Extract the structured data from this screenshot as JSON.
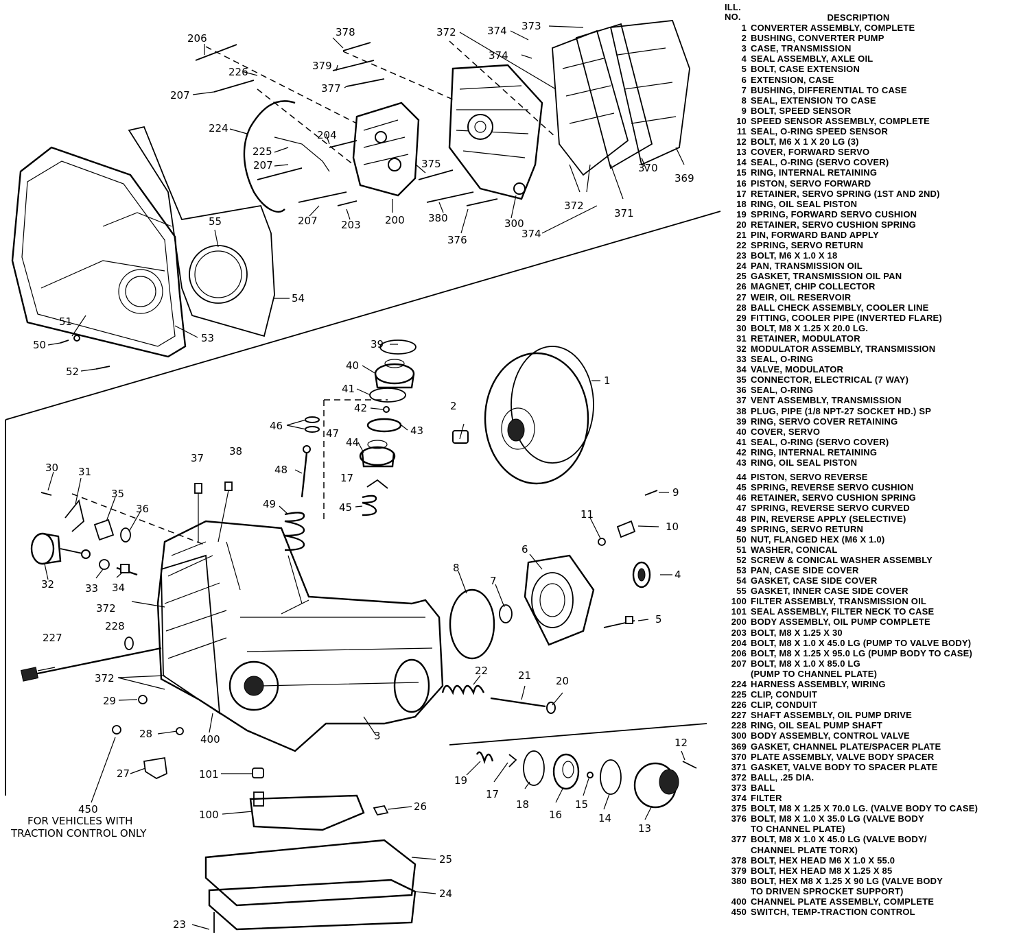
{
  "legend": {
    "header_ill": "ILL.",
    "header_no": "NO.",
    "header_desc": "DESCRIPTION",
    "rows": [
      {
        "no": "1",
        "desc": "CONVERTER ASSEMBLY, COMPLETE"
      },
      {
        "no": "2",
        "desc": "BUSHING, CONVERTER PUMP"
      },
      {
        "no": "3",
        "desc": "CASE, TRANSMISSION"
      },
      {
        "no": "4",
        "desc": "SEAL ASSEMBLY, AXLE OIL"
      },
      {
        "no": "5",
        "desc": "BOLT, CASE EXTENSION"
      },
      {
        "no": "6",
        "desc": "EXTENSION, CASE"
      },
      {
        "no": "7",
        "desc": "BUSHING, DIFFERENTIAL TO CASE"
      },
      {
        "no": "8",
        "desc": "SEAL, EXTENSION TO CASE"
      },
      {
        "no": "9",
        "desc": "BOLT, SPEED SENSOR"
      },
      {
        "no": "10",
        "desc": "SPEED SENSOR ASSEMBLY, COMPLETE"
      },
      {
        "no": "11",
        "desc": "SEAL, O-RING SPEED SENSOR"
      },
      {
        "no": "12",
        "desc": "BOLT, M6 X 1 X 20 LG (3)"
      },
      {
        "no": "13",
        "desc": "COVER, FORWARD SERVO"
      },
      {
        "no": "14",
        "desc": "SEAL, O-RING (SERVO COVER)"
      },
      {
        "no": "15",
        "desc": "RING, INTERNAL RETAINING"
      },
      {
        "no": "16",
        "desc": "PISTON, SERVO FORWARD"
      },
      {
        "no": "17",
        "desc": "RETAINER, SERVO SPRING (1ST AND 2ND)"
      },
      {
        "no": "18",
        "desc": "RING, OIL SEAL PISTON"
      },
      {
        "no": "19",
        "desc": "SPRING, FORWARD SERVO CUSHION"
      },
      {
        "no": "20",
        "desc": "RETAINER, SERVO CUSHION SPRING"
      },
      {
        "no": "21",
        "desc": "PIN, FORWARD BAND APPLY"
      },
      {
        "no": "22",
        "desc": "SPRING, SERVO RETURN"
      },
      {
        "no": "23",
        "desc": "BOLT, M6 X 1.0 X 18"
      },
      {
        "no": "24",
        "desc": "PAN, TRANSMISSION OIL"
      },
      {
        "no": "25",
        "desc": "GASKET, TRANSMISSION OIL PAN"
      },
      {
        "no": "26",
        "desc": "MAGNET, CHIP COLLECTOR"
      },
      {
        "no": "27",
        "desc": "WEIR, OIL RESERVOIR"
      },
      {
        "no": "28",
        "desc": "BALL CHECK ASSEMBLY, COOLER LINE"
      },
      {
        "no": "29",
        "desc": "FITTING, COOLER PIPE (INVERTED FLARE)"
      },
      {
        "no": "30",
        "desc": "BOLT, M8 X 1.25 X 20.0 LG."
      },
      {
        "no": "31",
        "desc": "RETAINER, MODULATOR"
      },
      {
        "no": "32",
        "desc": "MODULATOR ASSEMBLY, TRANSMISSION"
      },
      {
        "no": "33",
        "desc": "SEAL, O-RING"
      },
      {
        "no": "34",
        "desc": "VALVE, MODULATOR"
      },
      {
        "no": "35",
        "desc": "CONNECTOR, ELECTRICAL (7 WAY)"
      },
      {
        "no": "36",
        "desc": "SEAL, O-RING"
      },
      {
        "no": "37",
        "desc": "VENT ASSEMBLY, TRANSMISSION"
      },
      {
        "no": "38",
        "desc": "PLUG, PIPE (1/8 NPT-27 SOCKET HD.) SP"
      },
      {
        "no": "39",
        "desc": "RING, SERVO COVER RETAINING"
      },
      {
        "no": "40",
        "desc": "COVER, SERVO"
      },
      {
        "no": "41",
        "desc": "SEAL, O-RING (SERVO COVER)"
      },
      {
        "no": "42",
        "desc": "RING, INTERNAL RETAINING"
      },
      {
        "no": "43",
        "desc": "RING, OIL SEAL PISTON"
      },
      {
        "no": "44",
        "desc": "PISTON, SERVO REVERSE",
        "gap": true
      },
      {
        "no": "45",
        "desc": "SPRING, REVERSE SERVO CUSHION"
      },
      {
        "no": "46",
        "desc": "RETAINER, SERVO CUSHION SPRING"
      },
      {
        "no": "47",
        "desc": "SPRING, REVERSE SERVO CURVED"
      },
      {
        "no": "48",
        "desc": "PIN, REVERSE APPLY (SELECTIVE)"
      },
      {
        "no": "49",
        "desc": "SPRING, SERVO RETURN"
      },
      {
        "no": "50",
        "desc": "NUT, FLANGED HEX (M6 X 1.0)"
      },
      {
        "no": "51",
        "desc": "WASHER, CONICAL"
      },
      {
        "no": "52",
        "desc": "SCREW & CONICAL WASHER ASSEMBLY"
      },
      {
        "no": "53",
        "desc": "PAN, CASE SIDE COVER"
      },
      {
        "no": "54",
        "desc": "GASKET, CASE SIDE COVER"
      },
      {
        "no": "55",
        "desc": "GASKET, INNER CASE SIDE COVER"
      },
      {
        "no": "100",
        "desc": "FILTER ASSEMBLY, TRANSMISSION OIL"
      },
      {
        "no": "101",
        "desc": "SEAL ASSEMBLY, FILTER NECK TO CASE"
      },
      {
        "no": "200",
        "desc": "BODY ASSEMBLY, OIL PUMP COMPLETE"
      },
      {
        "no": "203",
        "desc": "BOLT, M8 X 1.25 X 30"
      },
      {
        "no": "204",
        "desc": "BOLT, M8 X 1.0 X 45.0 LG (PUMP TO VALVE BODY)"
      },
      {
        "no": "206",
        "desc": "BOLT, M8 X 1.25 X 95.0 LG (PUMP BODY TO CASE)"
      },
      {
        "no": "207",
        "desc": "BOLT, M8 X 1.0 X 85.0 LG"
      },
      {
        "no": "",
        "desc": "(PUMP TO CHANNEL PLATE)"
      },
      {
        "no": "224",
        "desc": "HARNESS ASSEMBLY, WIRING"
      },
      {
        "no": "225",
        "desc": "CLIP, CONDUIT"
      },
      {
        "no": "226",
        "desc": "CLIP, CONDUIT"
      },
      {
        "no": "227",
        "desc": "SHAFT ASSEMBLY, OIL PUMP DRIVE"
      },
      {
        "no": "228",
        "desc": "RING, OIL SEAL PUMP SHAFT"
      },
      {
        "no": "300",
        "desc": "BODY ASSEMBLY, CONTROL VALVE"
      },
      {
        "no": "369",
        "desc": "GASKET, CHANNEL PLATE/SPACER PLATE"
      },
      {
        "no": "370",
        "desc": "PLATE ASSEMBLY, VALVE BODY SPACER"
      },
      {
        "no": "371",
        "desc": "GASKET, VALVE BODY TO SPACER PLATE"
      },
      {
        "no": "372",
        "desc": "BALL, .25 DIA."
      },
      {
        "no": "373",
        "desc": "BALL"
      },
      {
        "no": "374",
        "desc": "FILTER"
      },
      {
        "no": "375",
        "desc": "BOLT, M8 X 1.25 X 70.0 LG. (VALVE BODY TO CASE)"
      },
      {
        "no": "376",
        "desc": "BOLT, M8 X 1.0 X 35.0 LG (VALVE BODY"
      },
      {
        "no": "",
        "desc": "TO CHANNEL PLATE)"
      },
      {
        "no": "377",
        "desc": "BOLT, M8 X 1.0 X 45.0 LG (VALVE BODY/"
      },
      {
        "no": "",
        "desc": "CHANNEL PLATE TORX)"
      },
      {
        "no": "378",
        "desc": "BOLT, HEX HEAD M6 X 1.0 X 55.0"
      },
      {
        "no": "379",
        "desc": "BOLT, HEX HEAD M8 X 1.25 X 85"
      },
      {
        "no": "380",
        "desc": "BOLT, HEX M8 X 1.25 X 90 LG (VALVE BODY"
      },
      {
        "no": "",
        "desc": "TO DRIVEN SPROCKET SUPPORT)"
      },
      {
        "no": "400",
        "desc": "CHANNEL PLATE ASSEMBLY, COMPLETE"
      },
      {
        "no": "450",
        "desc": "SWITCH, TEMP-TRACTION CONTROL"
      }
    ]
  },
  "callouts": {
    "c1": "1",
    "c2": "2",
    "c3": "3",
    "c4": "4",
    "c5": "5",
    "c6": "6",
    "c7": "7",
    "c8": "8",
    "c9": "9",
    "c10": "10",
    "c11": "11",
    "c12": "12",
    "c13": "13",
    "c14": "14",
    "c15": "15",
    "c16": "16",
    "c17a": "17",
    "c17b": "17",
    "c18": "18",
    "c19": "19",
    "c20": "20",
    "c21": "21",
    "c22": "22",
    "c23": "23",
    "c24": "24",
    "c25": "25",
    "c26": "26",
    "c27": "27",
    "c28": "28",
    "c29": "29",
    "c30": "30",
    "c31": "31",
    "c32": "32",
    "c33": "33",
    "c34": "34",
    "c35": "35",
    "c36": "36",
    "c37": "37",
    "c38": "38",
    "c39": "39",
    "c40": "40",
    "c41": "41",
    "c42": "42",
    "c43": "43",
    "c44": "44",
    "c45": "45",
    "c46": "46",
    "c47": "47",
    "c48": "48",
    "c49": "49",
    "c50": "50",
    "c51": "51",
    "c52": "52",
    "c53": "53",
    "c54": "54",
    "c55": "55",
    "c100": "100",
    "c101": "101",
    "c200": "200",
    "c203": "203",
    "c204": "204",
    "c206": "206",
    "c207a": "207",
    "c207b": "207",
    "c207c": "207",
    "c224": "224",
    "c225": "225",
    "c226": "226",
    "c227": "227",
    "c228": "228",
    "c300": "300",
    "c369": "369",
    "c370": "370",
    "c371": "371",
    "c372a": "372",
    "c372b": "372",
    "c372c": "372",
    "c372d": "372",
    "c373": "373",
    "c374a": "374",
    "c374b": "374",
    "c374c": "374",
    "c375": "375",
    "c376": "376",
    "c377": "377",
    "c378": "378",
    "c379": "379",
    "c380": "380",
    "c400": "400",
    "c450": "450"
  },
  "note": {
    "line1": "FOR VEHICLES WITH",
    "line2": "TRACTION CONTROL ONLY"
  }
}
